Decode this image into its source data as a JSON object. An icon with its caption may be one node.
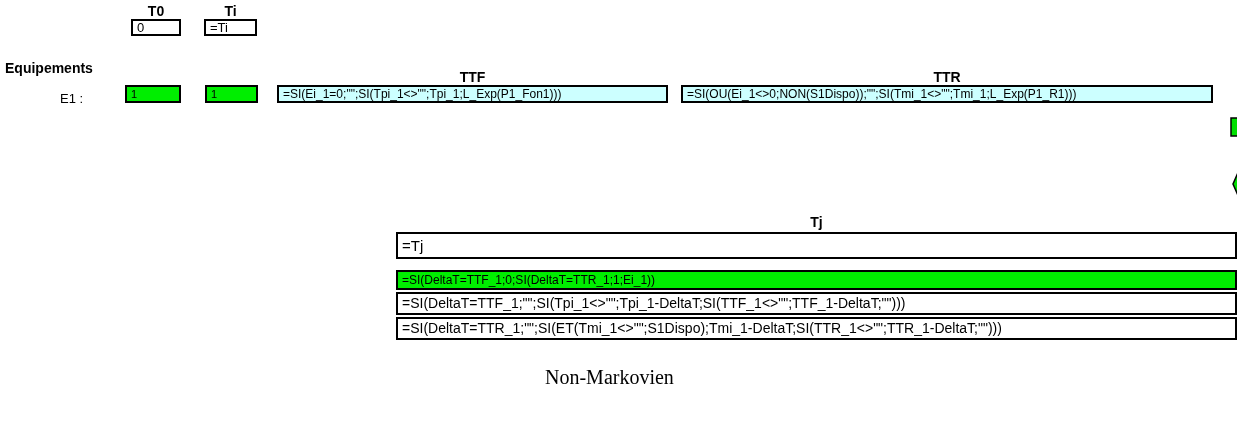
{
  "diagram": {
    "caption": "Non-Markovien",
    "nodes": [
      {
        "text": [
          "T0",
          "0"
        ]
      },
      {
        "text": [
          "Ti",
          "=Ti"
        ]
      },
      {
        "text": [
          "1"
        ]
      },
      {
        "text": [
          "1"
        ]
      },
      {
        "text": [
          "TTF",
          "=SI(Ei_1=0;\"\";SI(Tpi_1<>\"\";Tpi_1;L_Exp(P1_Fon1)))"
        ]
      },
      {
        "text": [
          "TTR",
          "=SI(OU(Ei_1<>0;NON(S1Dispo));\"\";SI(Tmi_1<>\"\";Tmi_1;L_Exp(P1_R1)))"
        ]
      },
      {
        "text": [
          "Tj",
          "=Tj"
        ]
      },
      {
        "text": [
          "=SI(DeltaT=TTF_1;0;SI(DeltaT=TTR_1;1;Ei_1))"
        ]
      },
      {
        "text": [
          "=SI(DeltaT=TTF_1;\"\";SI(Tpi_1<>\"\";Tpi_1-DeltaT;SI(TTF_1<>\"\";TTF_1-DeltaT;\"\")))"
        ]
      },
      {
        "text": [
          "=SI(DeltaT=TTR_1;\"\";SI(ET(Tmi_1<>\"\";S1Dispo);Tmi_1-DeltaT;SI(TTR_1<>\"\";TTR_1-DeltaT;\"\")))"
        ]
      }
    ],
    "edges": [],
    "labels": [
      "Equipements",
      "E1 :"
    ]
  }
}
